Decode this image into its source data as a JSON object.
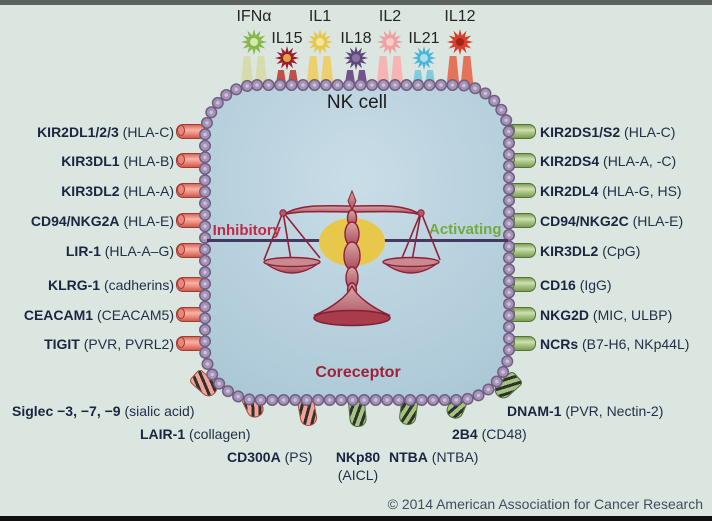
{
  "cell_label": "NK cell",
  "balance": {
    "inhibitory_label": "Inhibitory",
    "activating_label": "Activating",
    "coreceptor_label": "Coreceptor"
  },
  "cytokines": [
    {
      "label": "IFNα",
      "color": "#84b84a"
    },
    {
      "label": "IL15",
      "color": "#981f31"
    },
    {
      "label": "IL1",
      "color": "#e6c84e"
    },
    {
      "label": "IL18",
      "color": "#5d477a"
    },
    {
      "label": "IL2",
      "color": "#efa0a2"
    },
    {
      "label": "IL21",
      "color": "#4db4d6"
    },
    {
      "label": "IL12",
      "color": "#d63f2c"
    }
  ],
  "inhibitory_receptors": [
    {
      "name": "KIR2DL1/2/3",
      "ligand": "(HLA-C)"
    },
    {
      "name": "KIR3DL1",
      "ligand": "(HLA-B)"
    },
    {
      "name": "KIR3DL2",
      "ligand": "(HLA-A)"
    },
    {
      "name": "CD94/NKG2A",
      "ligand": "(HLA-E)"
    },
    {
      "name": "LIR-1",
      "ligand": "(HLA-A–G)"
    },
    {
      "name": "KLRG-1",
      "ligand": "(cadherins)"
    },
    {
      "name": "CEACAM1",
      "ligand": "(CEACAM5)"
    },
    {
      "name": "TIGIT",
      "ligand": "(PVR, PVRL2)"
    }
  ],
  "activating_receptors": [
    {
      "name": "KIR2DS1/S2",
      "ligand": "(HLA-C)"
    },
    {
      "name": "KIR2DS4",
      "ligand": "(HLA-A, -C)"
    },
    {
      "name": "KIR2DL4",
      "ligand": "(HLA-G, HS)"
    },
    {
      "name": "CD94/NKG2C",
      "ligand": "(HLA-E)"
    },
    {
      "name": "KIR3DL2",
      "ligand": "(CpG)"
    },
    {
      "name": "CD16",
      "ligand": "(IgG)"
    },
    {
      "name": "NKG2D",
      "ligand": "(MIC, ULBP)"
    },
    {
      "name": "NCRs",
      "ligand": "(B7-H6, NKp44L)"
    }
  ],
  "coreceptors": [
    {
      "name": "Siglec −3, −7, −9",
      "ligand": "(sialic acid)"
    },
    {
      "name": "LAIR-1",
      "ligand": "(collagen)"
    },
    {
      "name": "CD300A",
      "ligand": "(PS)"
    },
    {
      "name": "NKp80",
      "ligand": "(AICL)"
    },
    {
      "name": "NTBA",
      "ligand": "(NTBA)"
    },
    {
      "name": "2B4",
      "ligand": "(CD48)"
    },
    {
      "name": "DNAM-1",
      "ligand": "(PVR, Nectin-2)"
    }
  ],
  "copyright": "© 2014 American Association for Cancer Research",
  "colors": {
    "background": "#dce6e0",
    "cell_fill": "#b9d3de",
    "membrane_bead": "#a18fb2",
    "inhibitory_receptor": "#ef9284",
    "activating_receptor": "#a9c685",
    "inhibitory_text": "#c22745",
    "activating_text": "#73ab3d",
    "coreceptor_text": "#9e2137",
    "balance_scale": "#b2606c",
    "highlight_ellipse": "#e8c84b",
    "axis_line": "#45395f"
  }
}
